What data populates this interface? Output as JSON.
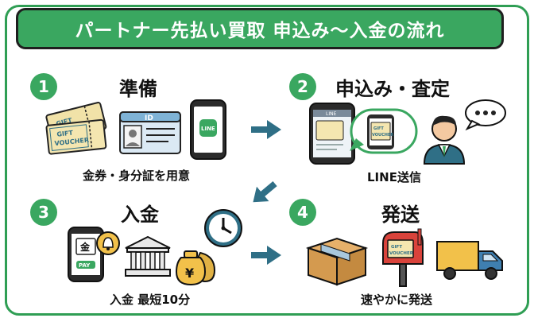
{
  "title": "パートナー先払い買取 申込み〜入金の流れ",
  "steps": [
    {
      "number": "1",
      "title": "準備",
      "caption": "金券・身分証を用意"
    },
    {
      "number": "2",
      "title": "申込み・査定",
      "caption": "LINE送信"
    },
    {
      "number": "3",
      "title": "入金",
      "caption": "入金 最短10分"
    },
    {
      "number": "4",
      "title": "発送",
      "caption": "速やかに発送"
    }
  ],
  "labels": {
    "gift_voucher_line1": "GIFT",
    "gift_voucher_line2": "VOUCHER",
    "id_card_label": "ID",
    "line_app": "LINE",
    "chat_header": "LINE",
    "bank_symbol": "金",
    "pay_label": "PAY",
    "yen_symbol": "¥"
  },
  "colors": {
    "accent": "#3aa760",
    "arrow": "#2f6f86"
  }
}
